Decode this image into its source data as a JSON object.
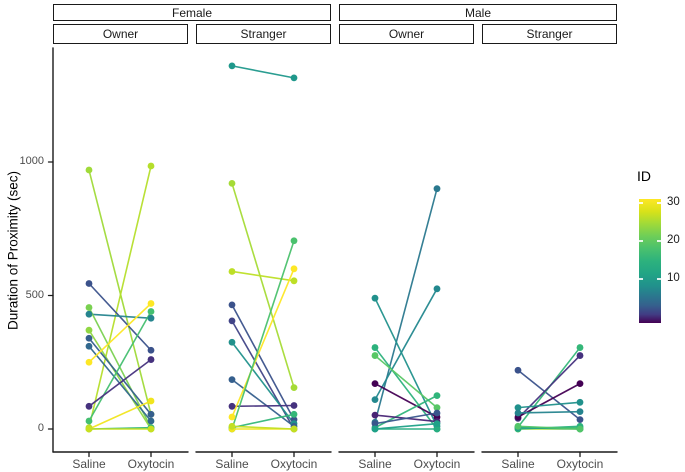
{
  "labels": {
    "outer": [
      "Female",
      "Male"
    ],
    "inner": [
      "Owner",
      "Stranger",
      "Owner",
      "Stranger"
    ]
  },
  "axes": {
    "y_title": "Duration of Proximity (sec)",
    "y_ticks": [
      {
        "label": "0",
        "value": 0
      },
      {
        "label": "500",
        "value": 500
      },
      {
        "label": "1000",
        "value": 1000
      }
    ],
    "x_ticks": [
      "Saline",
      "Oxytocin"
    ]
  },
  "legend": {
    "title": "ID",
    "ticks": [
      {
        "label": "30",
        "value": 30
      },
      {
        "label": "20",
        "value": 20
      },
      {
        "label": "10",
        "value": 10
      }
    ],
    "scale_name": "viridis",
    "top_color": "#fde725",
    "bottom_color": "#440154"
  },
  "chart_data": {
    "type": "line",
    "subtype": "paired-slope-chart",
    "description": "Duration of proximity (sec) per individual dog (ID, viridis color scale) under Saline vs Oxytocin, faceted by sex (Female/Male) and person (Owner/Stranger). Lines connect the two treatments for each individual.",
    "x_categories": [
      "Saline",
      "Oxytocin"
    ],
    "ylabel": "Duration of Proximity (sec)",
    "ylim": [
      0,
      1430
    ],
    "y_tick_values": [
      0,
      500,
      1000
    ],
    "legend": {
      "title": "ID",
      "ticks": [
        10,
        20,
        30
      ]
    },
    "facets": [
      {
        "sex": "Female",
        "condition": "Owner",
        "pairs": [
          {
            "color": "#a0da39",
            "saline": 970,
            "oxytocin": 55
          },
          {
            "color": "#b5de2b",
            "saline": 5,
            "oxytocin": 985
          },
          {
            "color": "#3b528b",
            "saline": 545,
            "oxytocin": 295
          },
          {
            "color": "#25848e",
            "saline": 430,
            "oxytocin": 415
          },
          {
            "color": "#7ad151",
            "saline": 455,
            "oxytocin": 5
          },
          {
            "color": "#90d743",
            "saline": 370,
            "oxytocin": 0
          },
          {
            "color": "#355f8d",
            "saline": 340,
            "oxytocin": 55
          },
          {
            "color": "#31688e",
            "saline": 310,
            "oxytocin": 30
          },
          {
            "color": "#fde725",
            "saline": 250,
            "oxytocin": 470
          },
          {
            "color": "#44bf70",
            "saline": 30,
            "oxytocin": 440
          },
          {
            "color": "#46327e",
            "saline": 85,
            "oxytocin": 260
          },
          {
            "color": "#35b779",
            "saline": 0,
            "oxytocin": 5
          },
          {
            "color": "#f1e51d",
            "saline": 0,
            "oxytocin": 105
          },
          {
            "color": "#c8e020",
            "saline": 0,
            "oxytocin": 0
          }
        ]
      },
      {
        "sex": "Female",
        "condition": "Stranger",
        "pairs": [
          {
            "color": "#1f988b",
            "saline": 1360,
            "oxytocin": 1315
          },
          {
            "color": "#a5db36",
            "saline": 920,
            "oxytocin": 155
          },
          {
            "color": "#bddf26",
            "saline": 590,
            "oxytocin": 555
          },
          {
            "color": "#3b528b",
            "saline": 465,
            "oxytocin": 35
          },
          {
            "color": "#414487",
            "saline": 405,
            "oxytocin": 0
          },
          {
            "color": "#21918c",
            "saline": 325,
            "oxytocin": 20
          },
          {
            "color": "#355f8d",
            "saline": 185,
            "oxytocin": 10
          },
          {
            "color": "#46327e",
            "saline": 85,
            "oxytocin": 88
          },
          {
            "color": "#fde725",
            "saline": 45,
            "oxytocin": 600
          },
          {
            "color": "#4ac16d",
            "saline": 0,
            "oxytocin": 705
          },
          {
            "color": "#35b779",
            "saline": 5,
            "oxytocin": 55
          },
          {
            "color": "#f1e51d",
            "saline": 0,
            "oxytocin": 0
          },
          {
            "color": "#c2df23",
            "saline": 10,
            "oxytocin": 0
          }
        ]
      },
      {
        "sex": "Male",
        "condition": "Owner",
        "pairs": [
          {
            "color": "#2a788e",
            "saline": 25,
            "oxytocin": 900
          },
          {
            "color": "#23888e",
            "saline": 110,
            "oxytocin": 525
          },
          {
            "color": "#21918c",
            "saline": 490,
            "oxytocin": 10
          },
          {
            "color": "#2db27d",
            "saline": 305,
            "oxytocin": 0
          },
          {
            "color": "#58c765",
            "saline": 275,
            "oxytocin": 80
          },
          {
            "color": "#440154",
            "saline": 170,
            "oxytocin": 45
          },
          {
            "color": "#31b57b",
            "saline": 5,
            "oxytocin": 125
          },
          {
            "color": "#482475",
            "saline": 52,
            "oxytocin": 28
          },
          {
            "color": "#39568c",
            "saline": 20,
            "oxytocin": 60
          },
          {
            "color": "#27ad81",
            "saline": 0,
            "oxytocin": 0
          },
          {
            "color": "#1fa188",
            "saline": 0,
            "oxytocin": 20
          }
        ]
      },
      {
        "sex": "Male",
        "condition": "Stranger",
        "pairs": [
          {
            "color": "#3b528b",
            "saline": 220,
            "oxytocin": 35
          },
          {
            "color": "#35b779",
            "saline": 7,
            "oxytocin": 305
          },
          {
            "color": "#46327e",
            "saline": 40,
            "oxytocin": 275
          },
          {
            "color": "#440154",
            "saline": 45,
            "oxytocin": 170
          },
          {
            "color": "#21918c",
            "saline": 80,
            "oxytocin": 100
          },
          {
            "color": "#25848e",
            "saline": 60,
            "oxytocin": 65
          },
          {
            "color": "#40bd72",
            "saline": 5,
            "oxytocin": 5
          },
          {
            "color": "#a5db36",
            "saline": 0,
            "oxytocin": 0
          },
          {
            "color": "#2db27d",
            "saline": 0,
            "oxytocin": 10
          },
          {
            "color": "#1fa188",
            "saline": 5,
            "oxytocin": 0
          },
          {
            "color": "#52c569",
            "saline": 10,
            "oxytocin": 0
          }
        ]
      }
    ]
  }
}
